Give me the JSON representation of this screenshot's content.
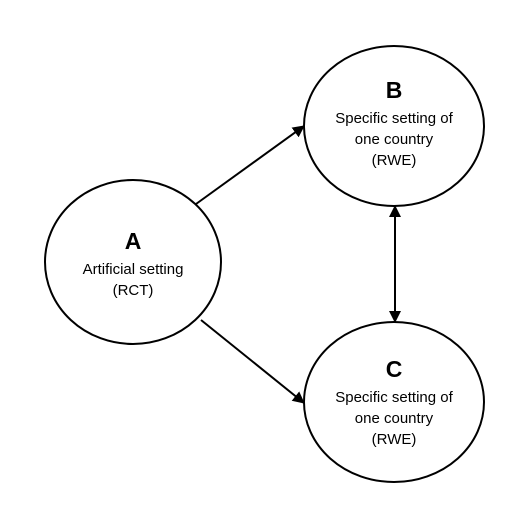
{
  "diagram": {
    "colors": {
      "stroke": "#000000",
      "background": "#ffffff"
    },
    "nodes": {
      "a": {
        "letter": "A",
        "line1": "Artificial setting",
        "line2": "(RCT)"
      },
      "b": {
        "letter": "B",
        "line1": "Specific setting of",
        "line2": "one country",
        "line3": "(RWE)"
      },
      "c": {
        "letter": "C",
        "line1": "Specific setting of",
        "line2": "one country",
        "line3": "(RWE)"
      }
    },
    "edges": [
      {
        "from": "A",
        "to": "B",
        "direction": "forward"
      },
      {
        "from": "A",
        "to": "C",
        "direction": "forward"
      },
      {
        "from": "B",
        "to": "C",
        "direction": "both"
      }
    ]
  }
}
